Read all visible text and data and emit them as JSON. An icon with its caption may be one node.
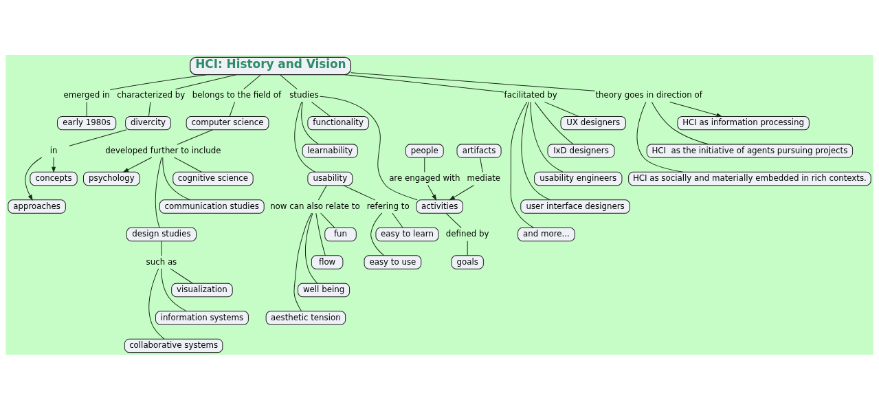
{
  "diagram": {
    "nodes": [
      {
        "text": [
          "HCI: History and Vision"
        ]
      },
      {
        "text": [
          "emerged in"
        ]
      },
      {
        "text": [
          "early 1980s"
        ]
      },
      {
        "text": [
          "characterized by"
        ]
      },
      {
        "text": [
          "divercity"
        ]
      },
      {
        "text": [
          "in"
        ]
      },
      {
        "text": [
          "concepts"
        ]
      },
      {
        "text": [
          "approaches"
        ]
      },
      {
        "text": [
          "belongs to the field of"
        ]
      },
      {
        "text": [
          "computer science"
        ]
      },
      {
        "text": [
          "developed further to include"
        ]
      },
      {
        "text": [
          "psychology"
        ]
      },
      {
        "text": [
          "cognitive science"
        ]
      },
      {
        "text": [
          "communication studies"
        ]
      },
      {
        "text": [
          "design studies"
        ]
      },
      {
        "text": [
          "such as"
        ]
      },
      {
        "text": [
          "visualization"
        ]
      },
      {
        "text": [
          "information systems"
        ]
      },
      {
        "text": [
          "collaborative systems"
        ]
      },
      {
        "text": [
          "studies"
        ]
      },
      {
        "text": [
          "functionality"
        ]
      },
      {
        "text": [
          "learnability"
        ]
      },
      {
        "text": [
          "usability"
        ]
      },
      {
        "text": [
          "now can also relate to"
        ]
      },
      {
        "text": [
          "fun"
        ]
      },
      {
        "text": [
          "flow"
        ]
      },
      {
        "text": [
          "well being"
        ]
      },
      {
        "text": [
          "aesthetic tension"
        ]
      },
      {
        "text": [
          "refering to"
        ]
      },
      {
        "text": [
          "easy to learn"
        ]
      },
      {
        "text": [
          "easy to use"
        ]
      },
      {
        "text": [
          "activities"
        ]
      },
      {
        "text": [
          "are engaged with"
        ]
      },
      {
        "text": [
          "people"
        ]
      },
      {
        "text": [
          "defined by"
        ]
      },
      {
        "text": [
          "goals"
        ]
      },
      {
        "text": [
          "mediate"
        ]
      },
      {
        "text": [
          "artifacts"
        ]
      },
      {
        "text": [
          "facilitated by"
        ]
      },
      {
        "text": [
          "UX designers"
        ]
      },
      {
        "text": [
          "IxD designers"
        ]
      },
      {
        "text": [
          "usability engineers"
        ]
      },
      {
        "text": [
          "user interface designers"
        ]
      },
      {
        "text": [
          "and more..."
        ]
      },
      {
        "text": [
          "theory goes in direction of"
        ]
      },
      {
        "text": [
          "HCI as information processing"
        ]
      },
      {
        "text": [
          "HCI  as the initiative of agents pursuing projects"
        ]
      },
      {
        "text": [
          "HCI as socially and materially embedded in rich contexts."
        ]
      }
    ],
    "edges": [
      {
        "from": 0,
        "to": 1,
        "arrow": "none"
      },
      {
        "from": 1,
        "to": 2,
        "arrow": "none"
      },
      {
        "from": 0,
        "to": 3,
        "arrow": "none"
      },
      {
        "from": 3,
        "to": 4,
        "arrow": "none"
      },
      {
        "from": 4,
        "to": 5,
        "arrow": "none"
      },
      {
        "from": 5,
        "to": 6,
        "arrow": "to"
      },
      {
        "from": 5,
        "to": 7,
        "arrow": "to"
      },
      {
        "from": 0,
        "to": 8,
        "arrow": "none"
      },
      {
        "from": 8,
        "to": 9,
        "arrow": "none"
      },
      {
        "from": 9,
        "to": 10,
        "arrow": "none"
      },
      {
        "from": 10,
        "to": 11,
        "arrow": "to"
      },
      {
        "from": 10,
        "to": 12,
        "arrow": "none"
      },
      {
        "from": 10,
        "to": 13,
        "arrow": "none"
      },
      {
        "from": 10,
        "to": 14,
        "arrow": "none"
      },
      {
        "from": 14,
        "to": 15,
        "arrow": "none"
      },
      {
        "from": 15,
        "to": 16,
        "arrow": "none"
      },
      {
        "from": 15,
        "to": 17,
        "arrow": "none"
      },
      {
        "from": 15,
        "to": 18,
        "arrow": "none"
      },
      {
        "from": 0,
        "to": 19,
        "arrow": "none"
      },
      {
        "from": 19,
        "to": 20,
        "arrow": "none"
      },
      {
        "from": 19,
        "to": 21,
        "arrow": "none"
      },
      {
        "from": 19,
        "to": 22,
        "arrow": "none"
      },
      {
        "from": 19,
        "to": 31,
        "arrow": "none"
      },
      {
        "from": 22,
        "to": 23,
        "arrow": "none"
      },
      {
        "from": 23,
        "to": 24,
        "arrow": "none"
      },
      {
        "from": 23,
        "to": 25,
        "arrow": "none"
      },
      {
        "from": 23,
        "to": 26,
        "arrow": "none"
      },
      {
        "from": 23,
        "to": 27,
        "arrow": "none"
      },
      {
        "from": 22,
        "to": 28,
        "arrow": "none"
      },
      {
        "from": 28,
        "to": 29,
        "arrow": "none"
      },
      {
        "from": 28,
        "to": 30,
        "arrow": "none"
      },
      {
        "from": 33,
        "to": 32,
        "arrow": "none"
      },
      {
        "from": 32,
        "to": 31,
        "arrow": "to"
      },
      {
        "from": 31,
        "to": 34,
        "arrow": "none"
      },
      {
        "from": 34,
        "to": 35,
        "arrow": "none"
      },
      {
        "from": 37,
        "to": 36,
        "arrow": "none"
      },
      {
        "from": 36,
        "to": 31,
        "arrow": "to"
      },
      {
        "from": 0,
        "to": 38,
        "arrow": "none"
      },
      {
        "from": 38,
        "to": 39,
        "arrow": "none"
      },
      {
        "from": 38,
        "to": 40,
        "arrow": "none"
      },
      {
        "from": 38,
        "to": 41,
        "arrow": "none"
      },
      {
        "from": 38,
        "to": 42,
        "arrow": "none"
      },
      {
        "from": 38,
        "to": 43,
        "arrow": "none"
      },
      {
        "from": 0,
        "to": 44,
        "arrow": "none"
      },
      {
        "from": 44,
        "to": 45,
        "arrow": "to"
      },
      {
        "from": 44,
        "to": 46,
        "arrow": "none"
      },
      {
        "from": 44,
        "to": 47,
        "arrow": "none"
      }
    ]
  }
}
